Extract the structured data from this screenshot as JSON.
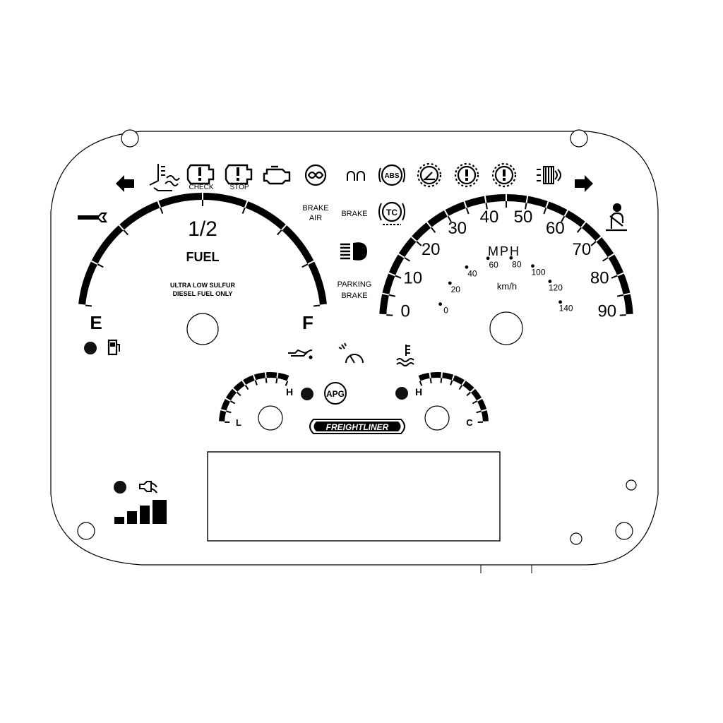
{
  "panel": {
    "brand": "FREIGHTLINER",
    "notice_line1": "ULTRA LOW SULFUR",
    "notice_line2": "DIESEL FUEL ONLY",
    "apg_label": "APG"
  },
  "indicators": {
    "check_label": "CHECK",
    "stop_label": "STOP",
    "brake_air_line1": "BRAKE",
    "brake_air_line2": "AIR",
    "brake_label": "BRAKE",
    "tc_label": "TC",
    "abs_label": "ABS",
    "parking_brake_line1": "PARKING",
    "parking_brake_line2": "BRAKE"
  },
  "fuel_gauge": {
    "label": "FUEL",
    "half_label": "1/2",
    "empty_label": "E",
    "full_label": "F"
  },
  "speedometer": {
    "unit": "MPH",
    "unit_kmh": "km/h",
    "mph_labels": [
      "0",
      "10",
      "20",
      "30",
      "40",
      "50",
      "60",
      "70",
      "80",
      "90"
    ],
    "kmh_labels": [
      "0",
      "20",
      "40",
      "60",
      "80",
      "100",
      "120",
      "140"
    ]
  },
  "oil_gauge": {
    "low_label": "L",
    "high_label": "H"
  },
  "temp_gauge": {
    "high_label": "H",
    "cold_label": "C"
  },
  "colors": {
    "ink": "#000000",
    "background": "#ffffff"
  }
}
